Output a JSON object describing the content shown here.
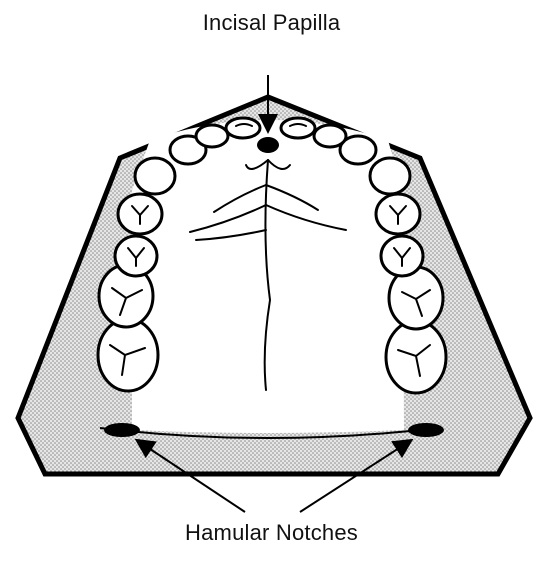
{
  "labels": {
    "top": "Incisal Papilla",
    "bottom": "Hamular Notches"
  },
  "colors": {
    "outline": "#000000",
    "stipple": "#cfcfcf",
    "tooth_fill": "#ffffff",
    "background": "#ffffff"
  },
  "icons": {
    "arrow": "arrow-icon",
    "landmark": "filled-oval"
  }
}
